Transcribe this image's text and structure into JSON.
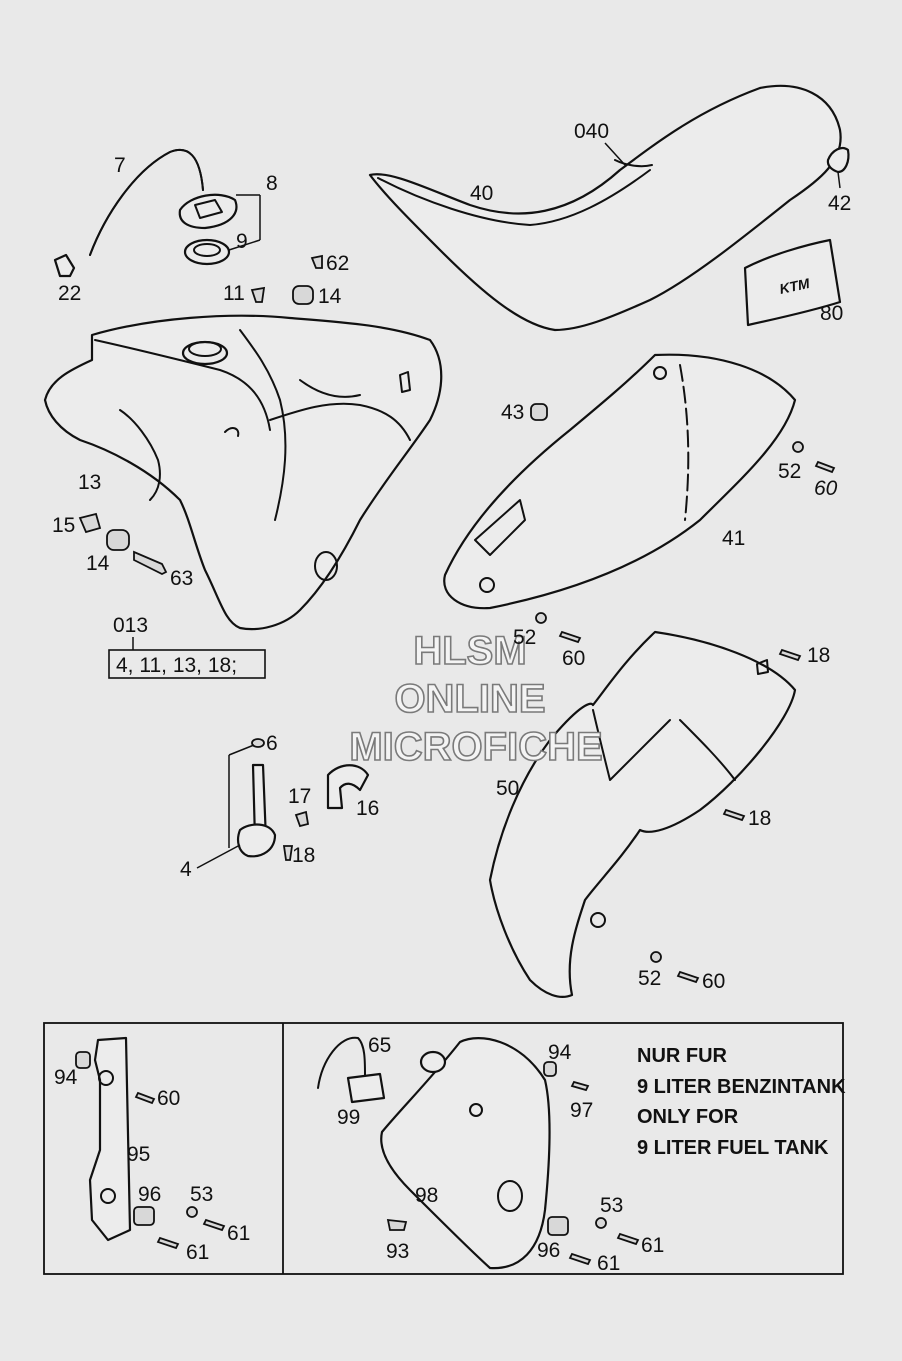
{
  "labels": {
    "p7": "7",
    "p8": "8",
    "p9": "9",
    "p22": "22",
    "p11": "11",
    "p62": "62",
    "p14a": "14",
    "p040": "040",
    "p40": "40",
    "p42": "42",
    "p80": "80",
    "p13": "13",
    "p15": "15",
    "p14b": "14",
    "p63": "63",
    "p013": "013",
    "kit013": "4, 11, 13, 18;",
    "p43": "43",
    "p52a": "52",
    "p60a": "60",
    "p41": "41",
    "p52b": "52",
    "p60b": "60",
    "p18a": "18",
    "p6": "6",
    "p17": "17",
    "p16": "16",
    "p4": "4",
    "p18b": "18",
    "p50": "50",
    "p18c": "18",
    "p52c": "52",
    "p60c": "60",
    "p94a": "94",
    "p60d": "60",
    "p95": "95",
    "p96a": "96",
    "p53a": "53",
    "p61a": "61",
    "p61b": "61",
    "p65": "65",
    "p99": "99",
    "p94b": "94",
    "p97": "97",
    "p98": "98",
    "p93": "93",
    "p53b": "53",
    "p61c": "61",
    "p96b": "96",
    "p61d": "61"
  },
  "note": {
    "line1": "NUR FUR",
    "line2": "9 LITER BENZINTANK",
    "line3": "ONLY FOR",
    "line4": "9 LITER FUEL TANK"
  },
  "watermark": {
    "line1": "HLSM",
    "line2": "ONLINE",
    "line3": "MICROFICHE"
  },
  "logo_text": "KTM"
}
